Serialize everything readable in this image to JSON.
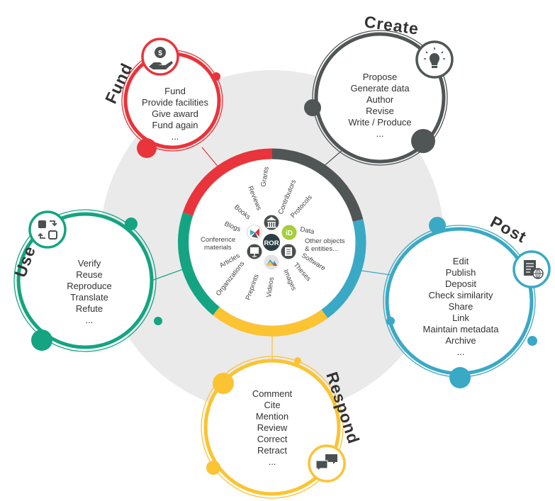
{
  "colors": {
    "fund": "#e8343a",
    "create": "#505555",
    "post": "#3aa9c5",
    "respond": "#fcc332",
    "use": "#14a481",
    "hub_background": "#eaeaea",
    "text": "#333333"
  },
  "hub": {
    "labels": {
      "grants": "Grants",
      "contributors": "Contributors",
      "protocols": "Protocols",
      "data": "Data",
      "other_1": "Other objects",
      "other_2": "& entities...",
      "software": "Software",
      "theses": "Theses",
      "images": "Images",
      "videos": "Videos",
      "preprints": "Preprints",
      "organizations": "Organizations",
      "articles": "Articles",
      "conference_1": "Conference",
      "conference_2": "materials",
      "blogs": "Blogs",
      "books": "Books",
      "reviews": "Reviews"
    },
    "center_logo": "ROR",
    "icons": [
      "bank-icon",
      "orcid-icon",
      "document-icon",
      "image-icon",
      "presentation-icon",
      "crossref-icon"
    ]
  },
  "stages": {
    "fund": {
      "title": "Fund",
      "icon": "hand-coin-icon",
      "items": [
        "Fund",
        "Provide facilities",
        "Give award",
        "Fund again",
        "..."
      ]
    },
    "create": {
      "title": "Create",
      "icon": "lightbulb-icon",
      "items": [
        "Propose",
        "Generate data",
        "Author",
        "Revise",
        "Write / Produce",
        "..."
      ]
    },
    "post": {
      "title": "Post",
      "icon": "document-globe-icon",
      "items": [
        "Edit",
        "Publish",
        "Deposit",
        "Check similarity",
        "Share",
        "Link",
        "Maintain metadata",
        "Archive",
        "..."
      ]
    },
    "respond": {
      "title": "Respond",
      "icon": "chat-bubbles-icon",
      "items": [
        "Comment",
        "Cite",
        "Mention",
        "Review",
        "Correct",
        "Retract",
        "..."
      ]
    },
    "use": {
      "title": "Use",
      "icon": "exchange-icon",
      "items": [
        "Verify",
        "Reuse",
        "Reproduce",
        "Translate",
        "Refute",
        "..."
      ]
    }
  }
}
